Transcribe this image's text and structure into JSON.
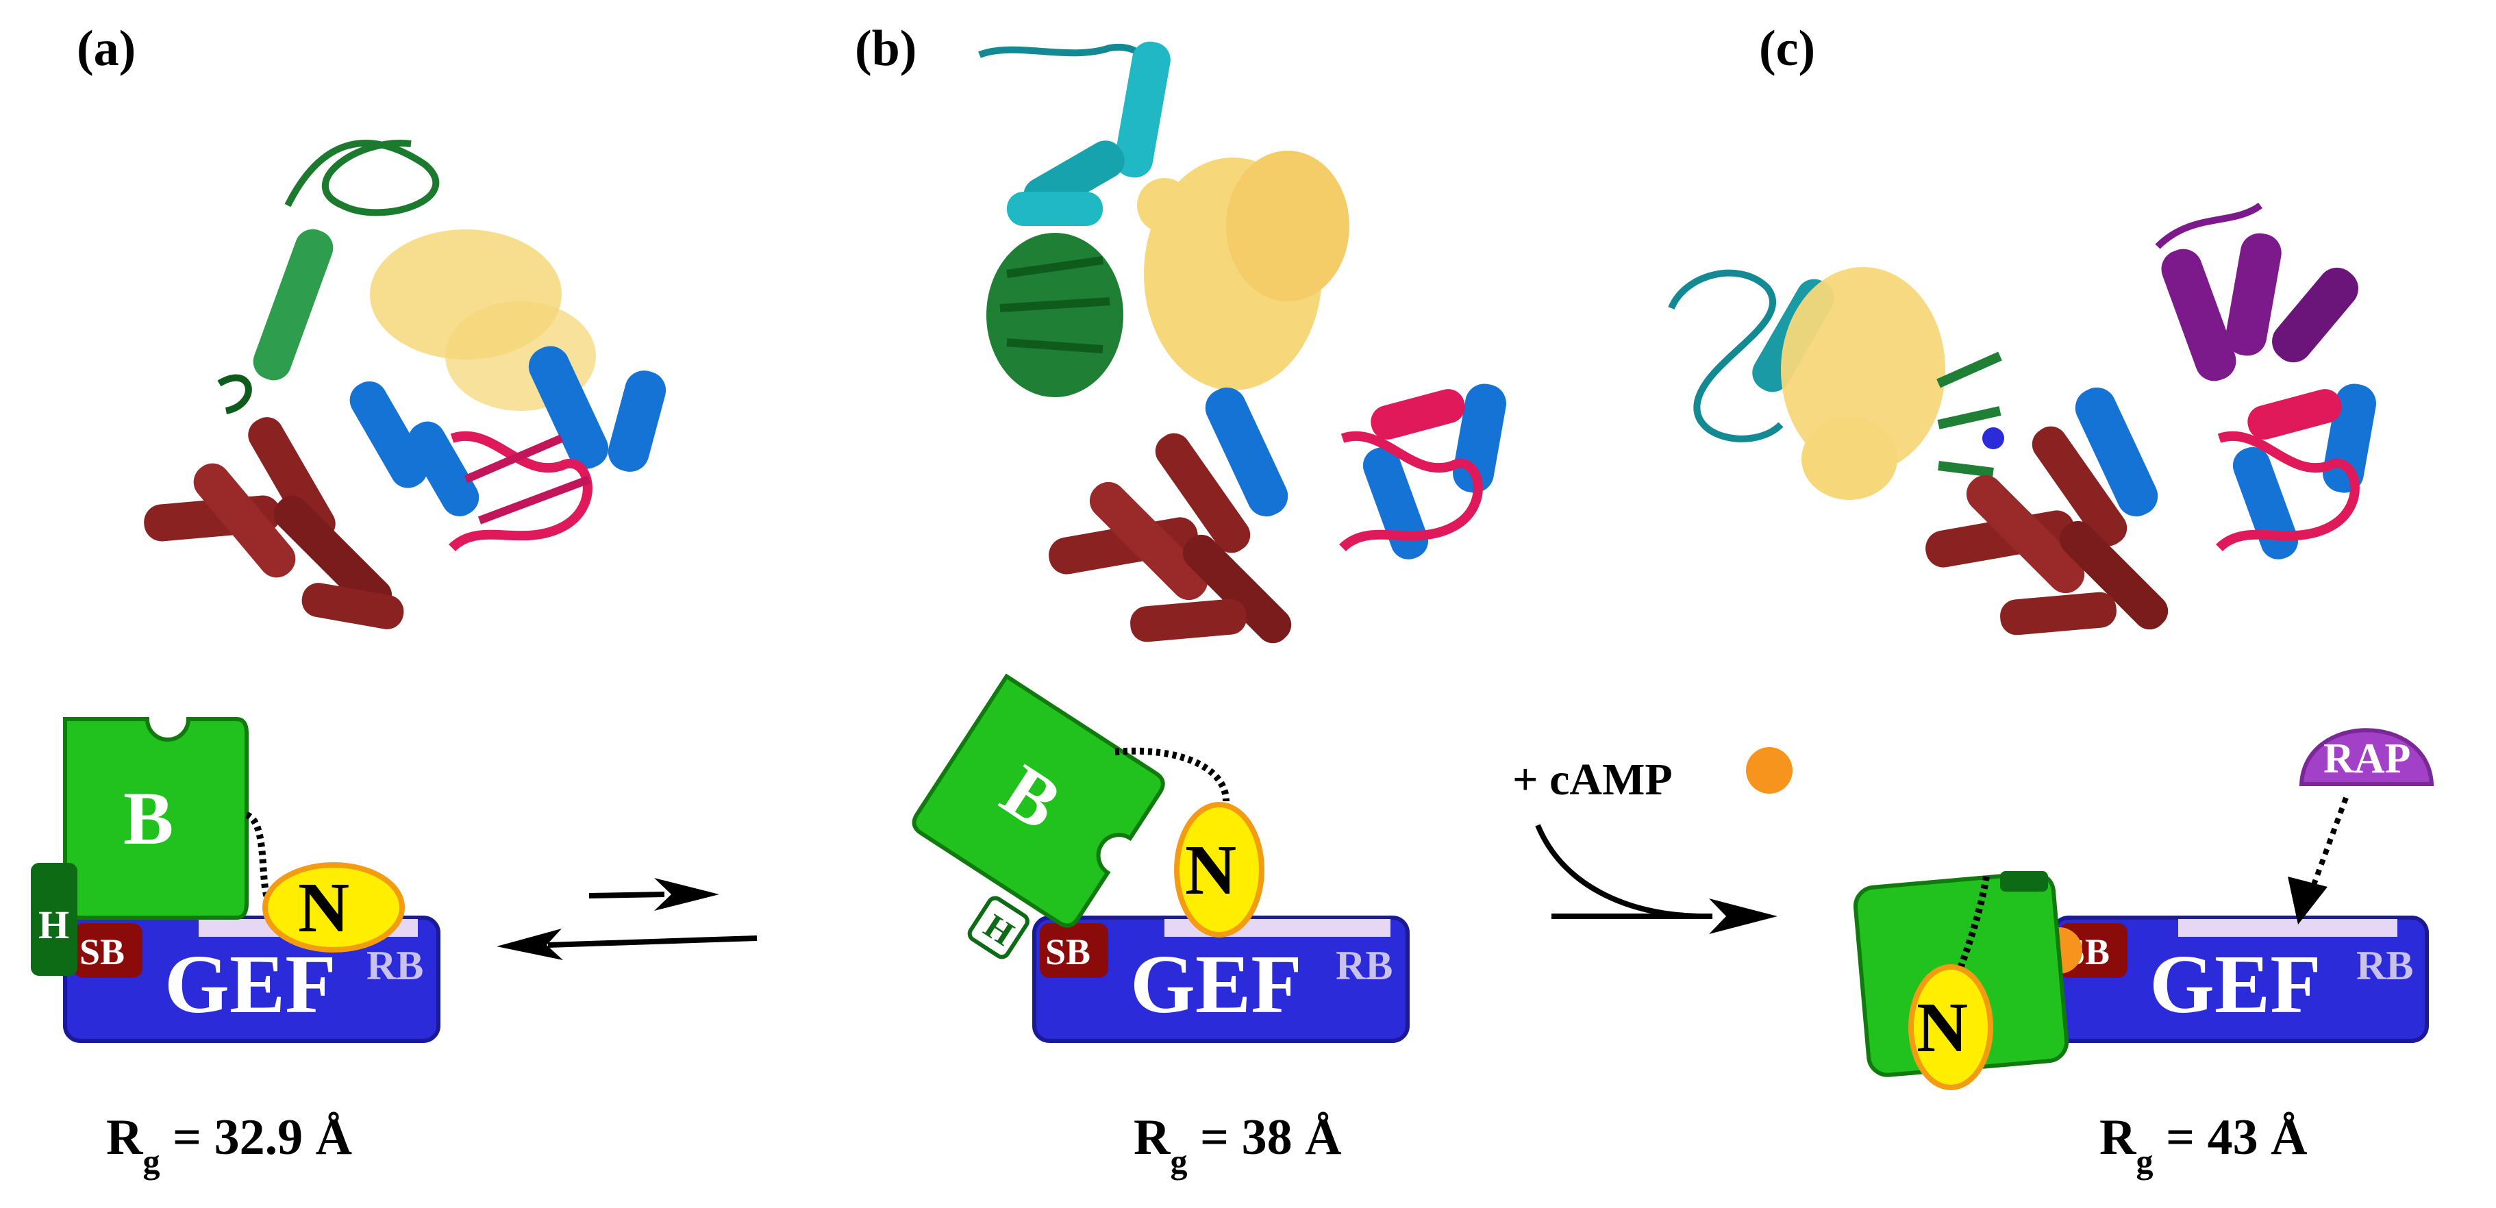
{
  "panels": {
    "a": {
      "label": "(a)",
      "rg": {
        "symbol": "R",
        "subscript": "g",
        "value": " = 32.9 Å"
      }
    },
    "b": {
      "label": "(b)",
      "rg": {
        "symbol": "R",
        "subscript": "g",
        "value": " = 38 Å"
      }
    },
    "c": {
      "label": "(c)",
      "rg": {
        "symbol": "R",
        "subscript": "g",
        "value": " = 43 Å"
      }
    }
  },
  "domains": {
    "gef": "GEF",
    "rb": "RB",
    "sb": "SB",
    "b_domain": "B",
    "h_domain": "H",
    "n_domain": "N",
    "rap": "RAP"
  },
  "ligand": {
    "label": "+ cAMP",
    "color": "#f7941d"
  },
  "colors": {
    "gef_blue": "#2b2bd9",
    "cnb_green": "#21c11e",
    "hinge_green": "#0d6b16",
    "sb_red": "#8b0a0a",
    "n_yellow": "#ffee00",
    "rap_purple": "#a340c8",
    "surface_yellow": "#f6d77a",
    "helix_red": "#8a2222",
    "helix_blue": "#1673d6",
    "sheet_pink": "#e0195a",
    "helix_cyan": "#1fb8c4",
    "helix_purple": "#7c1a8c"
  }
}
